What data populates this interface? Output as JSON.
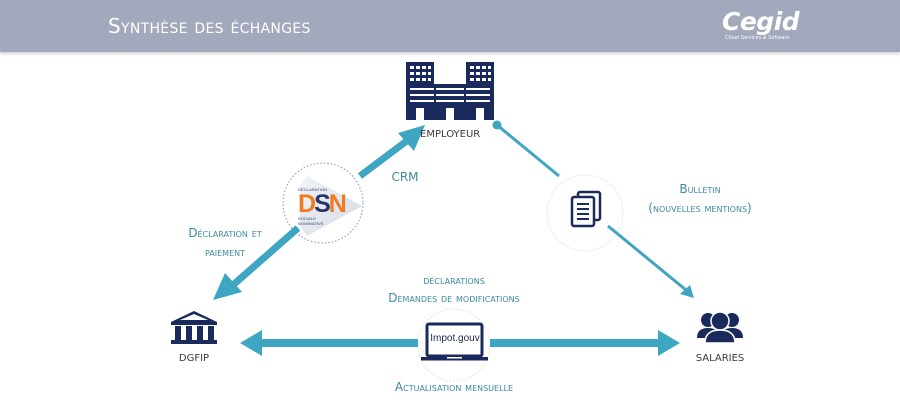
{
  "header": {
    "title": "Synthèse des échanges",
    "logo_name": "Cegid",
    "logo_tagline": "Cloud Services & Software"
  },
  "colors": {
    "header_bg": "#a2a9bc",
    "arrow": "#3ea5c2",
    "icon": "#1b2a5c",
    "label": "#3d8aa3"
  },
  "nodes": {
    "employeur": {
      "label": "EMPLOYEUR",
      "icon": "office-building-icon"
    },
    "dgfip": {
      "label": "DGFIP",
      "icon": "government-building-icon"
    },
    "salaries": {
      "label": "SALARIES",
      "icon": "people-group-icon"
    }
  },
  "connectors": {
    "dsn": {
      "icon": "dsn-logo",
      "top_text": "DÉCLARATION",
      "main_text_d": "D",
      "main_text_s": "S",
      "main_text_n": "N",
      "bottom_text_1": "SOCIALE",
      "bottom_text_2": "NOMINATIVE"
    },
    "bulletin": {
      "icon": "documents-icon"
    },
    "impot": {
      "icon": "laptop-icon",
      "screen_text": "Impot.gouv"
    }
  },
  "labels": {
    "crm": "CRM",
    "declaration_paiement_1": "Déclaration et",
    "declaration_paiement_2": "paiement",
    "bulletin_1": "Bulletin",
    "bulletin_2": "(nouvelles mentions)",
    "declarations_1": "déclarations",
    "declarations_2": "Demandes de modifications",
    "actualisation": "Actualisation mensuelle"
  }
}
